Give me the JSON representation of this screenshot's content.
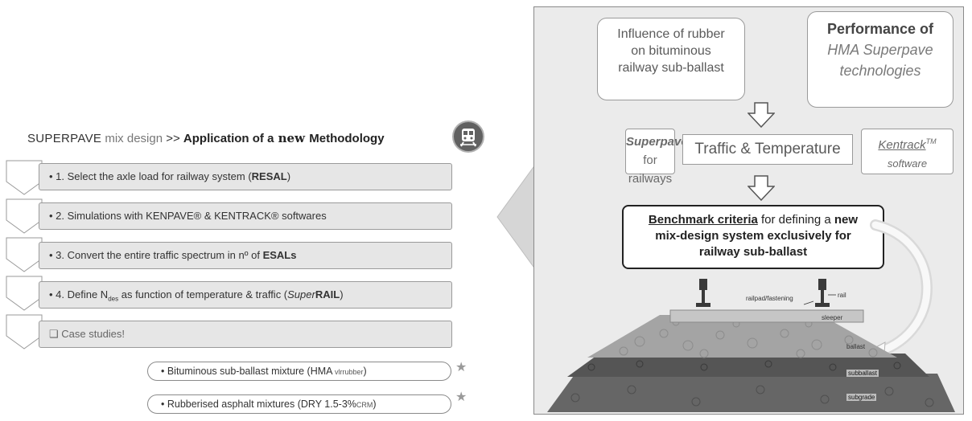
{
  "left": {
    "heading": {
      "part1": "SUPERPAVE",
      "part2": " mix design",
      "part3": " >> ",
      "part4": "Application  of a",
      "part5": " new ",
      "part6": "Methodology"
    },
    "steps": [
      {
        "text": "• 1. Select the axle load for railway system (",
        "bold": "RESAL",
        "after": ")"
      },
      {
        "text": "• 2. Simulations with KENPAVE® & KENTRACK® softwares",
        "bold": "",
        "after": ""
      },
      {
        "text": "• 3. Convert the entire traffic spectrum in nº of ",
        "bold": "ESALs",
        "after": ""
      },
      {
        "text": "• 4. Define N",
        "sub": "des",
        "text2": " as function of temperature & traffic (",
        "italic": "Super",
        "bold": "RAIL",
        "after": ")"
      },
      {
        "text": "❑ Case studies!",
        "bold": "",
        "after": ""
      }
    ],
    "pills": [
      {
        "text": "• Bituminous sub-ballast mixture (HMA",
        "sub": " vlrrubber",
        "after": ")"
      },
      {
        "text": "• Rubberised asphalt mixtures (DRY 1.5-3%",
        "sub": "CRM",
        "after": ")"
      }
    ],
    "star_glyph": "★"
  },
  "right": {
    "box_rubber": [
      "Influence of rubber",
      "on  bituminous",
      "railway sub-ballast"
    ],
    "box_perf": {
      "line1": "Performance of",
      "line2": "HMA Superpave",
      "line3": "technologies"
    },
    "box_superpave": {
      "line1": "Superpave",
      "line2": "for railways"
    },
    "box_traffic": "Traffic & Temperature",
    "box_kentrack": {
      "line1": "Kentrack",
      "sup": "TM",
      "line2": "software"
    },
    "bench": {
      "u": "Benchmark criteria",
      "l1rest": " for defining a ",
      "l1new": "new",
      "l2": "mix-design system exclusively for",
      "l3": "railway sub-ballast"
    },
    "labels": {
      "railpad": "railpad/fastening",
      "rail": "rail",
      "sleeper": "sleeper",
      "ballast": "ballast",
      "subballast": "subballast",
      "subgrade": "subgrade"
    }
  },
  "colors": {
    "panel": "#ebebeb",
    "step_fill": "#e6e6e6",
    "dark": "#616161"
  }
}
